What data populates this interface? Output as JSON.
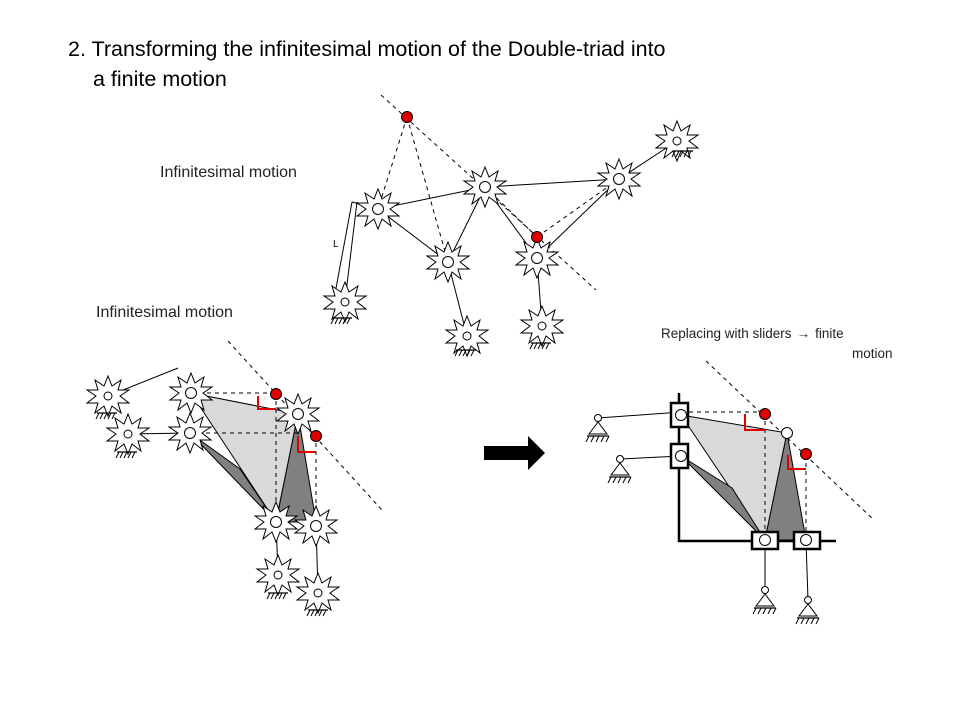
{
  "title": {
    "line1": "2. Transforming the infinitesimal motion of the Double-triad into",
    "line2": "a finite motion"
  },
  "labels": {
    "top_motion": "Infinitesimal motion",
    "left_motion": "Infinitesimal motion",
    "small_letter": "L"
  },
  "note": {
    "part1": "Replacing with sliders",
    "arrow": "→",
    "part2": "finite",
    "part3": "motion"
  },
  "colors": {
    "red_joint": "#e00000",
    "light_triangle": "#d9d9d9",
    "dark_triangle": "#808080",
    "line": "#000000",
    "perpendicular_mark": "#e00000"
  }
}
